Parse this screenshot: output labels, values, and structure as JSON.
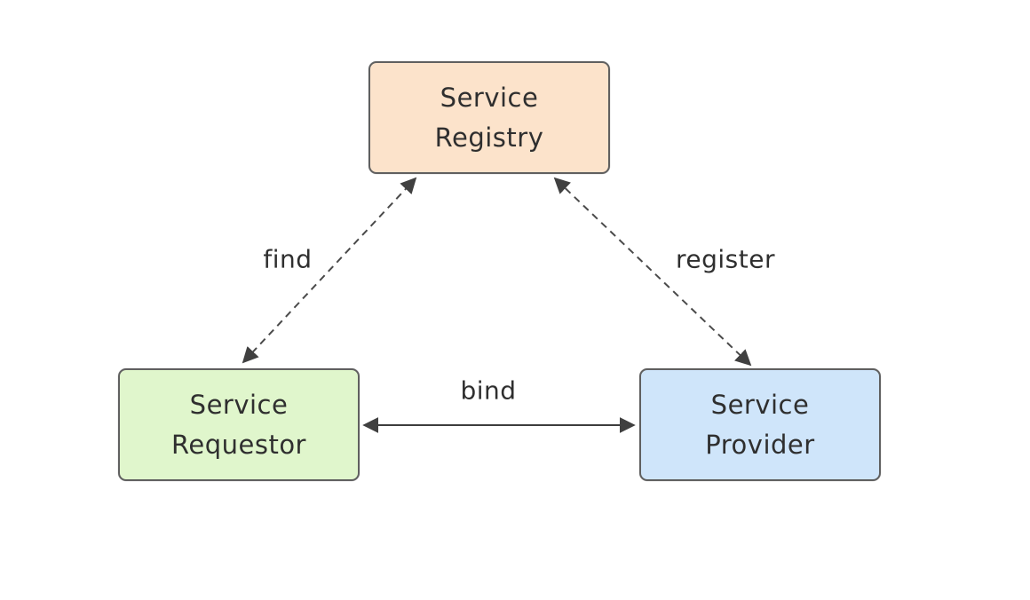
{
  "diagram": {
    "background_color": "#ffffff",
    "nodes": [
      {
        "id": "service-registry",
        "lines": [
          "Service",
          "Registry"
        ],
        "fill": "#fce3cb",
        "border": "#606060",
        "text_color": "#2f2f2f"
      },
      {
        "id": "service-requestor",
        "lines": [
          "Service",
          "Requestor"
        ],
        "fill": "#e0f6cc",
        "border": "#606060",
        "text_color": "#2f2f2f"
      },
      {
        "id": "service-provider",
        "lines": [
          "Service",
          "Provider"
        ],
        "fill": "#cfe5fa",
        "border": "#606060",
        "text_color": "#2f2f2f"
      }
    ],
    "edges": [
      {
        "id": "find",
        "label": "find",
        "from": "service-requestor",
        "to": "service-registry",
        "line_style": "dashed",
        "arrows": "both",
        "color": "#4a4a4a"
      },
      {
        "id": "register",
        "label": "register",
        "from": "service-provider",
        "to": "service-registry",
        "line_style": "dashed",
        "arrows": "both",
        "color": "#4a4a4a"
      },
      {
        "id": "bind",
        "label": "bind",
        "from": "service-requestor",
        "to": "service-provider",
        "line_style": "solid",
        "arrows": "both",
        "color": "#3d3d3d"
      }
    ]
  }
}
